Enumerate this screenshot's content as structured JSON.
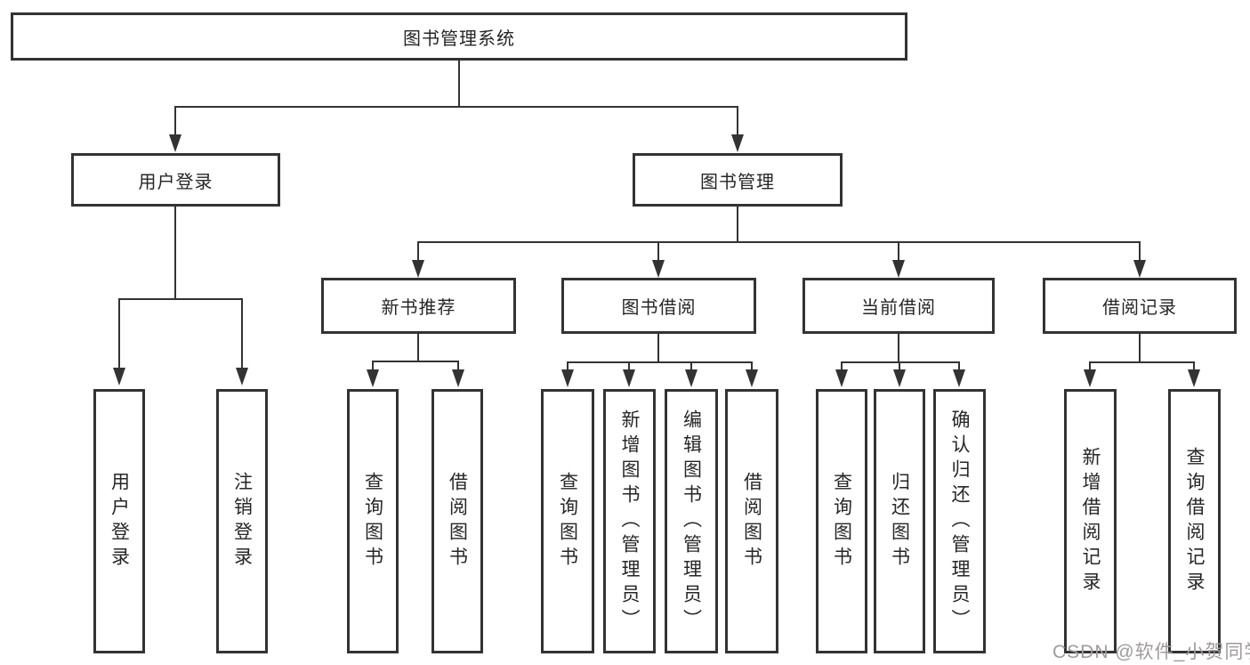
{
  "tree": {
    "root": "图书管理系统",
    "branches": [
      {
        "label": "用户登录",
        "children": [
          "用户登录",
          "注销登录"
        ]
      },
      {
        "label": "图书管理",
        "groups": [
          {
            "label": "新书推荐",
            "children": [
              "查询图书",
              "借阅图书"
            ]
          },
          {
            "label": "图书借阅",
            "children": [
              "查询图书",
              "新增图书（管理员）",
              "编辑图书（管理员）",
              "借阅图书"
            ]
          },
          {
            "label": "当前借阅",
            "children": [
              "查询图书",
              "归还图书",
              "确认归还（管理员）"
            ]
          },
          {
            "label": "借阅记录",
            "children": [
              "新增借阅记录",
              "查询借阅记录"
            ]
          }
        ]
      }
    ]
  },
  "watermark": {
    "text": "CSDN @软件_小贺同学"
  },
  "colors": {
    "line": "#333333",
    "box_border": "#333333",
    "text": "#262626",
    "background": "#ffffff",
    "watermark_color": "#a09a9c"
  }
}
